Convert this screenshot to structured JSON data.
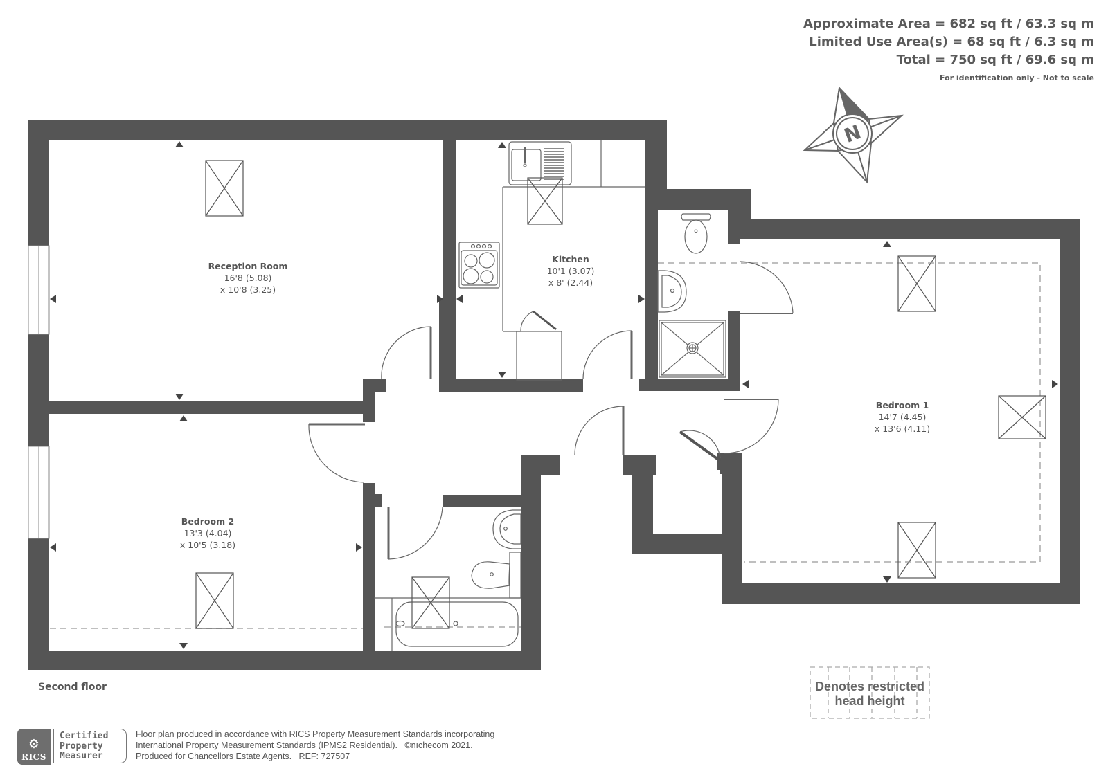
{
  "area_summary": {
    "approximate_area": "Approximate Area = 682 sq ft / 63.3 sq m",
    "limited_use_area": "Limited Use Area(s) = 68 sq ft / 6.3 sq m",
    "total": "Total = 750 sq ft / 69.6 sq m",
    "note": "For identification only - Not to scale"
  },
  "compass": {
    "icon": "north-compass-icon",
    "letter": "N"
  },
  "rooms": [
    {
      "name": "Reception Room",
      "dim1": "16'8 (5.08)",
      "dim2": "x 10'8 (3.25)"
    },
    {
      "name": "Kitchen",
      "dim1": "10'1 (3.07)",
      "dim2": "x 8' (2.44)"
    },
    {
      "name": "Bedroom 1",
      "dim1": "14'7 (4.45)",
      "dim2": "x 13'6 (4.11)"
    },
    {
      "name": "Bedroom 2",
      "dim1": "13'3 (4.04)",
      "dim2": "x 10'5 (3.18)"
    }
  ],
  "floor_label": "Second floor",
  "legend": {
    "text_line1": "Denotes restricted",
    "text_line2": "head height"
  },
  "certification": {
    "logo_text": "RICS",
    "badge_line1": "Certified",
    "badge_line2": "Property",
    "badge_line3": "Measurer"
  },
  "footer": {
    "line1": "Floor plan produced in accordance with RICS Property Measurement Standards incorporating",
    "line2": "International Property Measurement Standards (IPMS2 Residential).   ©nıchecom 2021.",
    "line3": "Produced for Chancellors Estate Agents.   REF: 727507"
  },
  "colors": {
    "wall": "#555555",
    "text": "#555555",
    "line": "#666666",
    "dashed": "#aaaaaa"
  }
}
